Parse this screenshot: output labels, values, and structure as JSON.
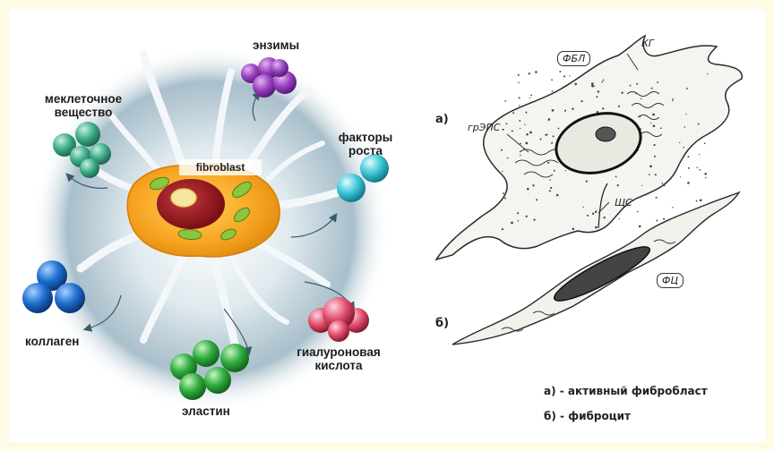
{
  "left_diagram": {
    "cell_label": "fibroblast",
    "products": {
      "enzymes": "энзимы",
      "intercellular_line1": "меклеточное",
      "intercellular_line2": "вещество",
      "growth_line1": "факторы",
      "growth_line2": "роста",
      "collagen": "коллаген",
      "hyaluronic_line1": "гиалуроновая",
      "hyaluronic_line2": "кислота",
      "elastin": "эластин"
    },
    "colors": {
      "enzymes": "#8b3fb0",
      "intercellular": "#3fae8c",
      "growth": "#3cc7d6",
      "collagen": "#1f6fd0",
      "hyaluronic": "#e2506e",
      "elastin": "#2fae3e",
      "cell_body": "#f4a020",
      "nucleus": "#9b1b1f"
    }
  },
  "right_diagram": {
    "marker_a": "а)",
    "marker_b": "б)",
    "tags": {
      "fbl": "ФБЛ",
      "kg": "КГ",
      "grEPS": "грЭПС",
      "shs": "ЩС",
      "fc": "ФЦ"
    }
  },
  "legend": {
    "line_a": "а) - активный фибробласт",
    "line_b": "б) - фиброцит"
  }
}
